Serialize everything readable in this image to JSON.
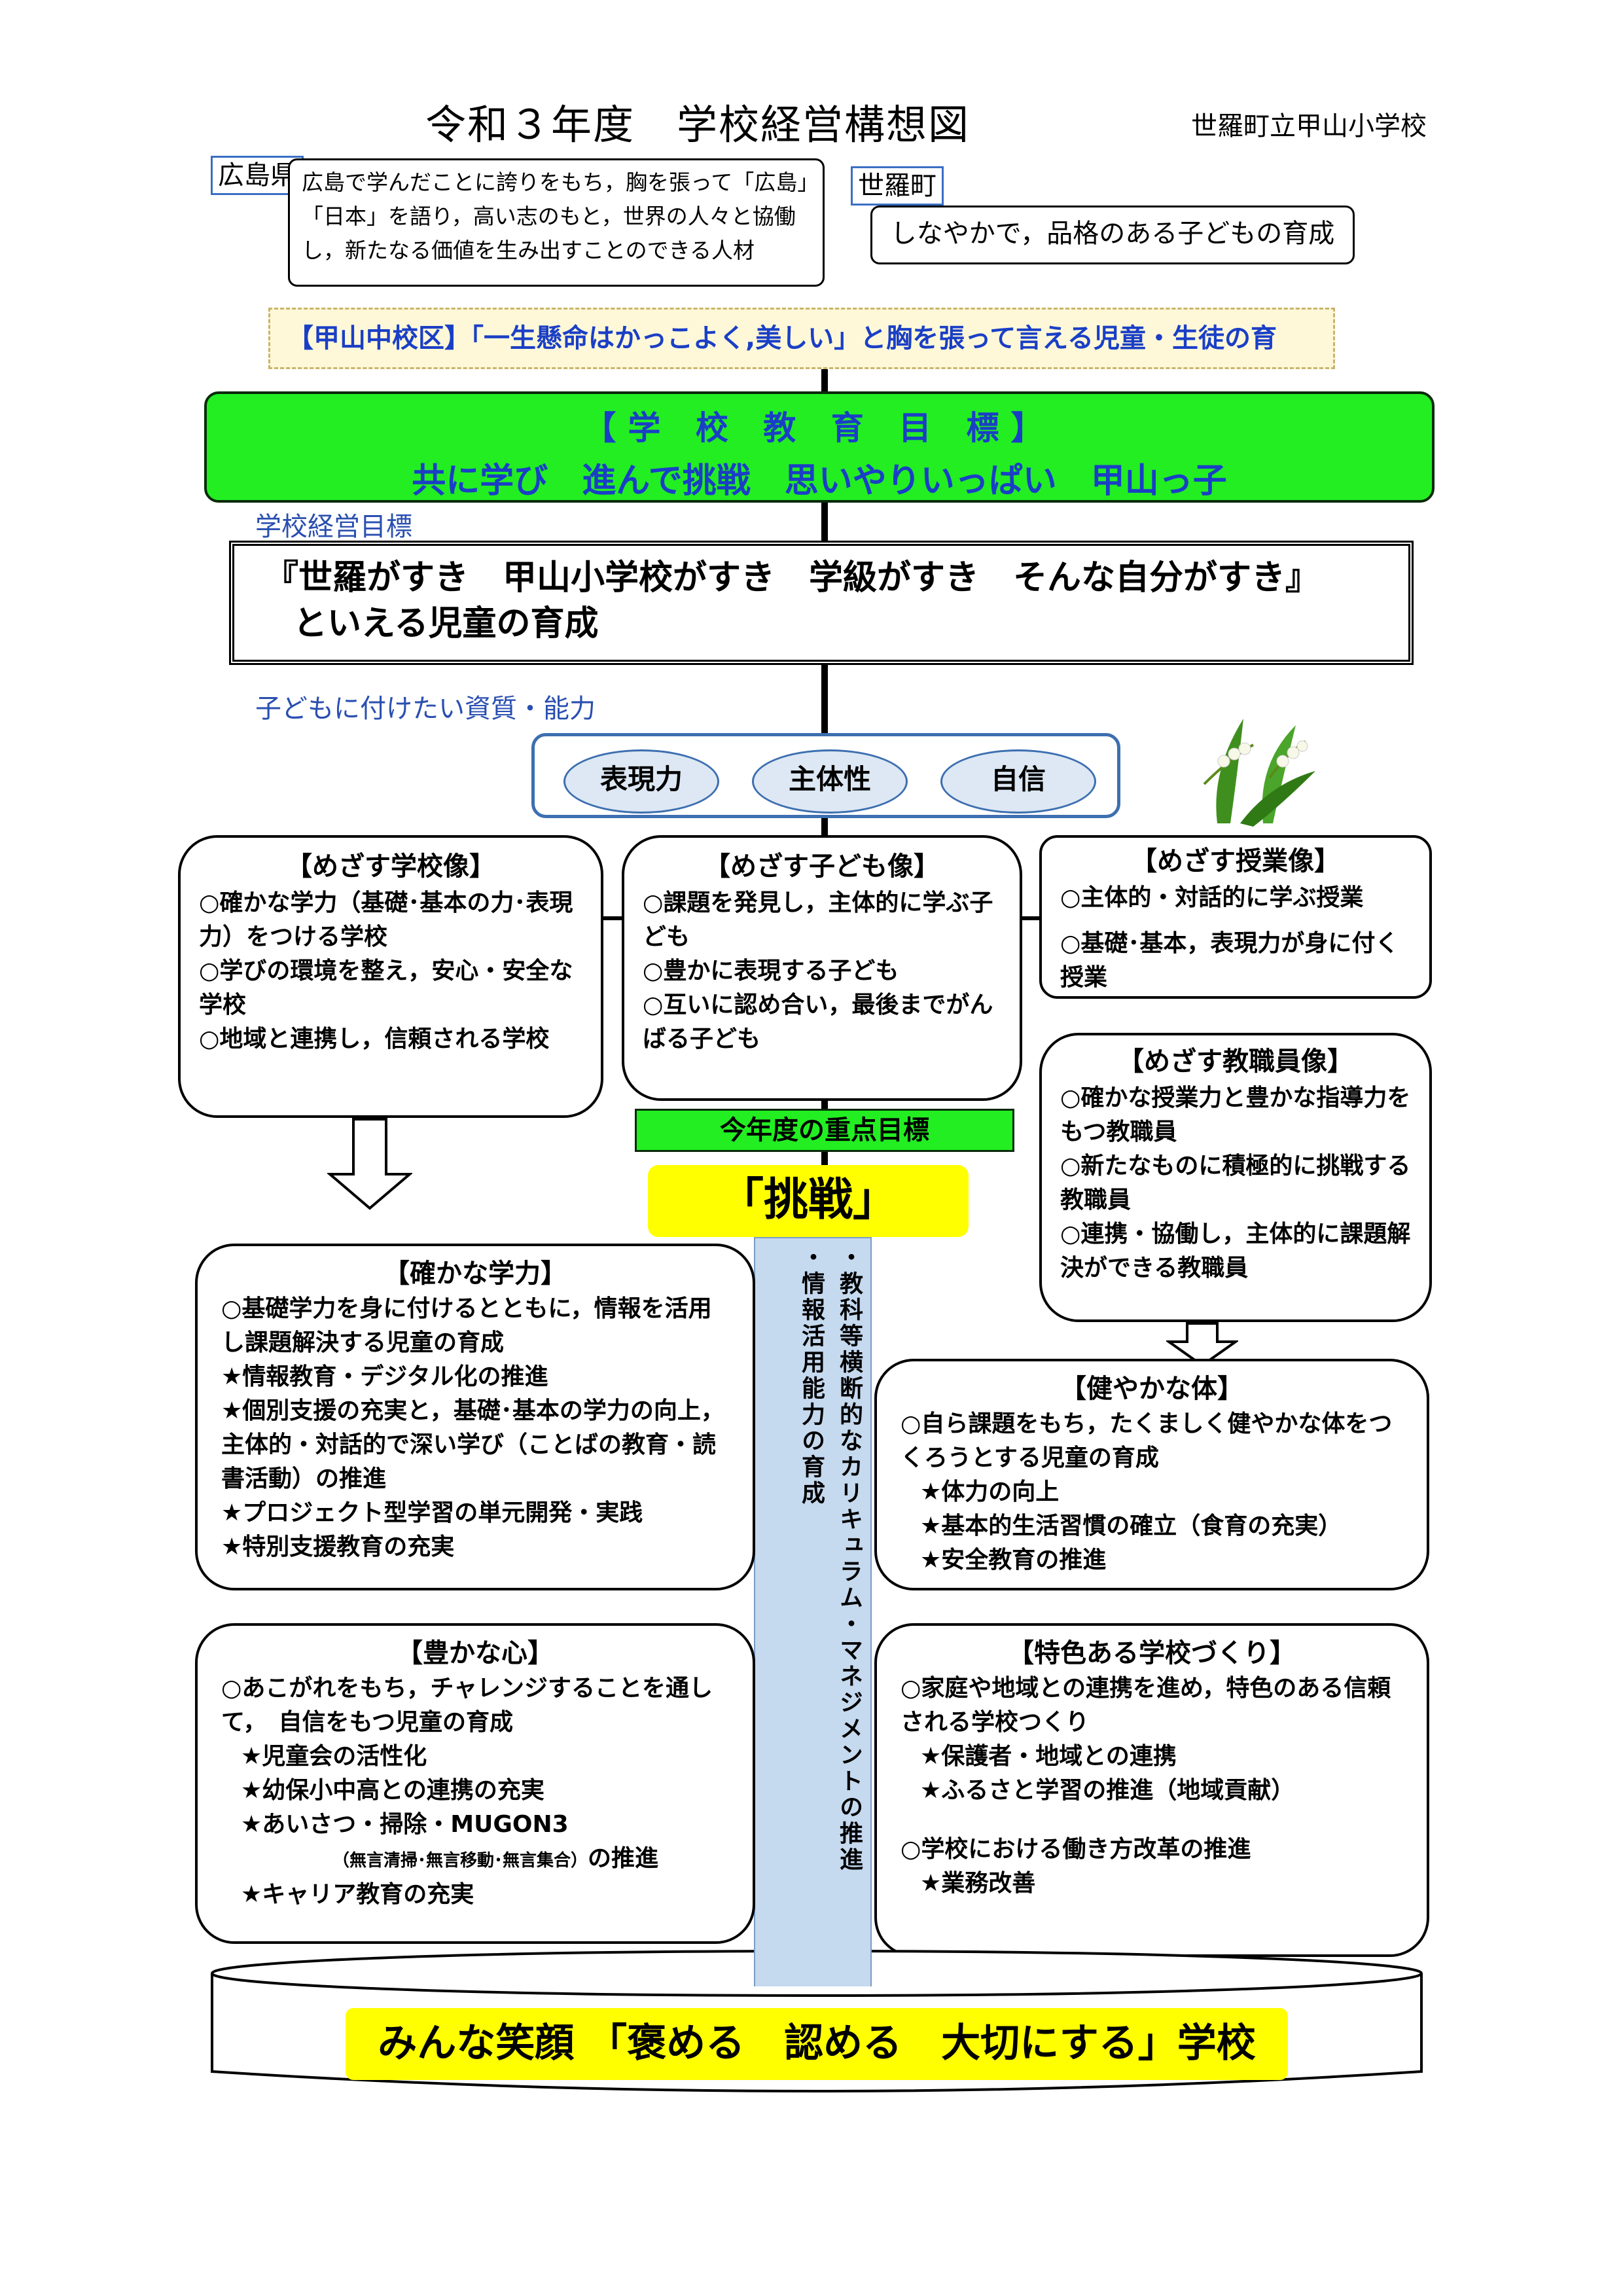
{
  "header": {
    "title": "令和３年度　学校経営構想図",
    "school_name": "世羅町立甲山小学校"
  },
  "prefecture": {
    "tag": "広島県",
    "text": "広島で学んだことに誇りをもち，胸を張って「広島」「日本」を語り，高い志のもと，世界の人々と協働し，新たなる価値を生み出すことのできる人材"
  },
  "town": {
    "tag": "世羅町",
    "text": "しなやかで，品格のある子どもの育成"
  },
  "kochu_district": "【甲山中校区】「一生懸命はかっこよく,美しい」と胸を張って言える児童・生徒の育",
  "school_goal": {
    "heading": "【学 校 教 育 目 標】",
    "text": "共に学び　進んで挑戦　思いやりいっぱい　甲山っ子"
  },
  "management_goal": {
    "label": "学校経営目標",
    "line1": "『世羅がすき　甲山小学校がすき　学級がすき　そんな自分がすき』",
    "line2": "といえる児童の育成"
  },
  "abilities": {
    "label": "子どもに付けたい資質・能力",
    "items": [
      "表現力",
      "主体性",
      "自信"
    ]
  },
  "school_image": {
    "heading": "【めざす学校像】",
    "items": [
      "○確かな学力（基礎･基本の力･表現力）をつける学校",
      "○学びの環境を整え，安心・安全な学校",
      "○地域と連携し，信頼される学校"
    ]
  },
  "child_image": {
    "heading": "【めざす子ども像】",
    "items": [
      "○課題を発見し，主体的に学ぶ子ども",
      "○豊かに表現する子ども",
      "○互いに認め合い，最後までがんばる子ども"
    ]
  },
  "lesson_image": {
    "heading": "【めざす授業像】",
    "items": [
      "○主体的・対話的に学ぶ授業",
      "○基礎･基本，表現力が身に付く授業"
    ]
  },
  "staff_image": {
    "heading": "【めざす教職員像】",
    "items": [
      "○確かな授業力と豊かな指導力をもつ教職員",
      "○新たなものに積極的に挑戦する教職員",
      "○連携・協働し，主体的に課題解決ができる教職員"
    ]
  },
  "focus": {
    "label": "今年度の重点目標",
    "goal": "「挑戦」"
  },
  "center_column": {
    "line1": "・教科等横断的なカリキュラム・マネジメントの推進",
    "line2": "・情報活用能力の育成"
  },
  "academic": {
    "heading": "【確かな学力】",
    "items": [
      "○基礎学力を身に付けるとともに，情報を活用し課題解決する児童の育成",
      "★情報教育・デジタル化の推進",
      "★個別支援の充実と，基礎･基本の学力の向上，主体的・対話的で深い学び（ことばの教育・読書活動）の推進",
      "★プロジェクト型学習の単元開発・実践",
      "★特別支援教育の充実"
    ]
  },
  "health": {
    "heading": "【健やかな体】",
    "lead": "○自ら課題をもち，たくましく健やかな体をつくろうとする児童の育成",
    "items": [
      "★体力の向上",
      "★基本的生活習慣の確立（食育の充実）",
      "★安全教育の推進"
    ]
  },
  "heart": {
    "heading": "【豊かな心】",
    "lead": "○あこがれをもち，チャレンジすることを通して，　自信をもつ児童の育成",
    "items": [
      "★児童会の活性化",
      "★幼保小中高との連携の充実",
      "★あいさつ・掃除・MUGON3"
    ],
    "mugon_small": "（無言清掃･無言移動･無言集合）",
    "mugon_tail": "の推進",
    "last": "★キャリア教育の充実"
  },
  "distinctive": {
    "heading": "【特色ある学校づくり】",
    "lead": "○家庭や地域との連携を進め，特色のある信頼される学校つくり",
    "items": [
      "★保護者・地域との連携",
      "★ふるさと学習の推進（地域貢献）"
    ],
    "lead2": "○学校における働き方改革の推進",
    "items2": [
      "★業務改善"
    ]
  },
  "base": "みんな笑顔 「褒める　認める　大切にする」学校",
  "colors": {
    "green": "#22ee22",
    "yellow": "#ffff00",
    "blue_text": "#1a3fc6",
    "column": "#c5d9ef"
  },
  "icons": {
    "plant": "lily-of-the-valley-icon"
  }
}
